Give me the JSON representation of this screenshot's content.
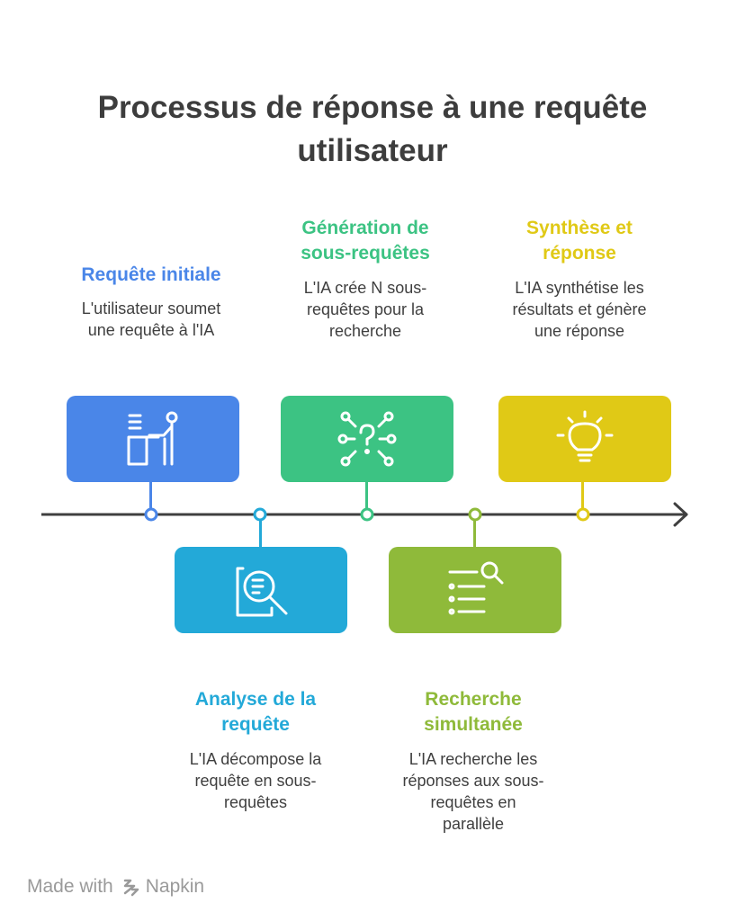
{
  "title": {
    "line1": "Processus de réponse à une requête",
    "line2": "utilisateur"
  },
  "steps": [
    {
      "title_lines": [
        "Requête initiale"
      ],
      "desc_lines": [
        "L'utilisateur soumet",
        "une requête à l'IA"
      ],
      "color": "#4a86e8",
      "icon": "user-at-desk-icon"
    },
    {
      "title_lines": [
        "Analyse de la",
        "requête"
      ],
      "desc_lines": [
        "L'IA décompose la",
        "requête en sous-",
        "requêtes"
      ],
      "color": "#23a9d8",
      "icon": "document-magnifier-icon"
    },
    {
      "title_lines": [
        "Génération de",
        "sous-requêtes"
      ],
      "desc_lines": [
        "L'IA crée N sous-",
        "requêtes pour la",
        "recherche"
      ],
      "color": "#3cc383",
      "icon": "question-network-icon"
    },
    {
      "title_lines": [
        "Recherche",
        "simultanée"
      ],
      "desc_lines": [
        "L'IA recherche les",
        "réponses aux sous-",
        "requêtes en",
        "parallèle"
      ],
      "color": "#8fba3a",
      "icon": "search-list-icon"
    },
    {
      "title_lines": [
        "Synthèse et",
        "réponse"
      ],
      "desc_lines": [
        "L'IA synthétise les",
        "résultats et génère",
        "une réponse"
      ],
      "color": "#e0c916",
      "icon": "lightbulb-icon"
    }
  ],
  "footer": {
    "made_with": "Made with",
    "brand": "Napkin"
  }
}
